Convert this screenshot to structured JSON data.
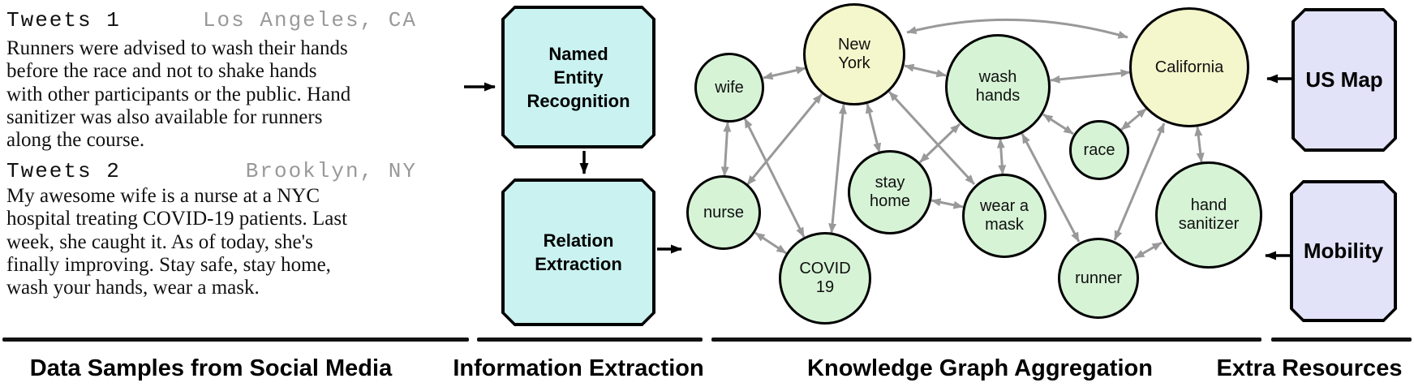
{
  "tweets": [
    {
      "label": "Tweets 1",
      "location": "Los Angeles, CA",
      "lines": [
        "Runners were advised to wash their hands",
        "before the race and not to shake hands",
        "with other participants or the public. Hand",
        "sanitizer was also available for runners",
        "along the course."
      ]
    },
    {
      "label": "Tweets 2",
      "location": "Brooklyn, NY",
      "lines": [
        "My awesome wife is a nurse at a NYC",
        "hospital treating COVID-19 patients. Last",
        "week, she caught it. As of today, she's",
        "finally improving. Stay safe, stay home,",
        "wash your hands, wear a mask."
      ]
    }
  ],
  "pipeline": {
    "ner_label": "Named\nEntity\nRecognition",
    "re_label": "Relation\nExtraction"
  },
  "resources": {
    "us_map_label": "US Map",
    "mobility_label": "Mobility"
  },
  "captions": {
    "data_samples": "Data Samples from Social Media",
    "information_extraction": "Information Extraction",
    "knowledge_graph": "Knowledge Graph Aggregation",
    "extra_resources": "Extra Resources"
  },
  "graph": {
    "nodes": [
      {
        "id": "wife",
        "label": "wife",
        "type": "entity"
      },
      {
        "id": "new-york",
        "label": "New\nYork",
        "type": "location"
      },
      {
        "id": "wash-hands",
        "label": "wash\nhands",
        "type": "entity"
      },
      {
        "id": "california",
        "label": "California",
        "type": "location"
      },
      {
        "id": "race",
        "label": "race",
        "type": "entity"
      },
      {
        "id": "nurse",
        "label": "nurse",
        "type": "entity"
      },
      {
        "id": "stay-home",
        "label": "stay\nhome",
        "type": "entity"
      },
      {
        "id": "wear-a-mask",
        "label": "wear a\nmask",
        "type": "entity"
      },
      {
        "id": "covid-19",
        "label": "COVID\n19",
        "type": "entity"
      },
      {
        "id": "runner",
        "label": "runner",
        "type": "entity"
      },
      {
        "id": "hand-sanitizer",
        "label": "hand\nsanitizer",
        "type": "entity"
      }
    ],
    "edges": [
      [
        "wife",
        "new-york"
      ],
      [
        "wife",
        "nurse"
      ],
      [
        "wife",
        "covid-19"
      ],
      [
        "nurse",
        "new-york"
      ],
      [
        "nurse",
        "covid-19"
      ],
      [
        "new-york",
        "covid-19"
      ],
      [
        "new-york",
        "stay-home"
      ],
      [
        "new-york",
        "wash-hands"
      ],
      [
        "new-york",
        "wear-a-mask"
      ],
      [
        "new-york",
        "california"
      ],
      [
        "stay-home",
        "wash-hands"
      ],
      [
        "stay-home",
        "wear-a-mask"
      ],
      [
        "wash-hands",
        "wear-a-mask"
      ],
      [
        "wash-hands",
        "race"
      ],
      [
        "wash-hands",
        "california"
      ],
      [
        "wash-hands",
        "runner"
      ],
      [
        "race",
        "california"
      ],
      [
        "runner",
        "california"
      ],
      [
        "california",
        "hand-sanitizer"
      ],
      [
        "runner",
        "hand-sanitizer"
      ]
    ]
  },
  "colors": {
    "entity_node": "#d6f3d6",
    "location_node": "#f4f6cb",
    "pipeline_box": "#c9f2f0",
    "resource_box": "#e2e2f8",
    "edge_gray": "#999999",
    "location_text": "#999999"
  }
}
